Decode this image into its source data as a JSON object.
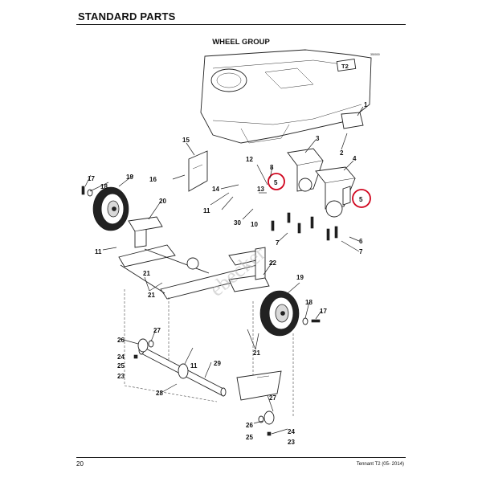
{
  "header": {
    "title": "STANDARD PARTS"
  },
  "section": {
    "title": "WHEEL GROUP"
  },
  "diagram": {
    "id_code": "350000",
    "model_badge": "T2",
    "watermark": "ebecker",
    "callouts": [
      "1",
      "2",
      "3",
      "4",
      "5",
      "5",
      "6",
      "7",
      "7",
      "8",
      "10",
      "11",
      "11",
      "11",
      "12",
      "13",
      "14",
      "15",
      "16",
      "17",
      "17",
      "18",
      "18",
      "19",
      "19",
      "20",
      "21",
      "21",
      "21",
      "22",
      "23",
      "23",
      "24",
      "24",
      "25",
      "25",
      "26",
      "26",
      "27",
      "27",
      "28",
      "29",
      "30"
    ]
  },
  "footer": {
    "page_number": "20",
    "doc_ref": "Tennant T2  (05- 2014)"
  }
}
